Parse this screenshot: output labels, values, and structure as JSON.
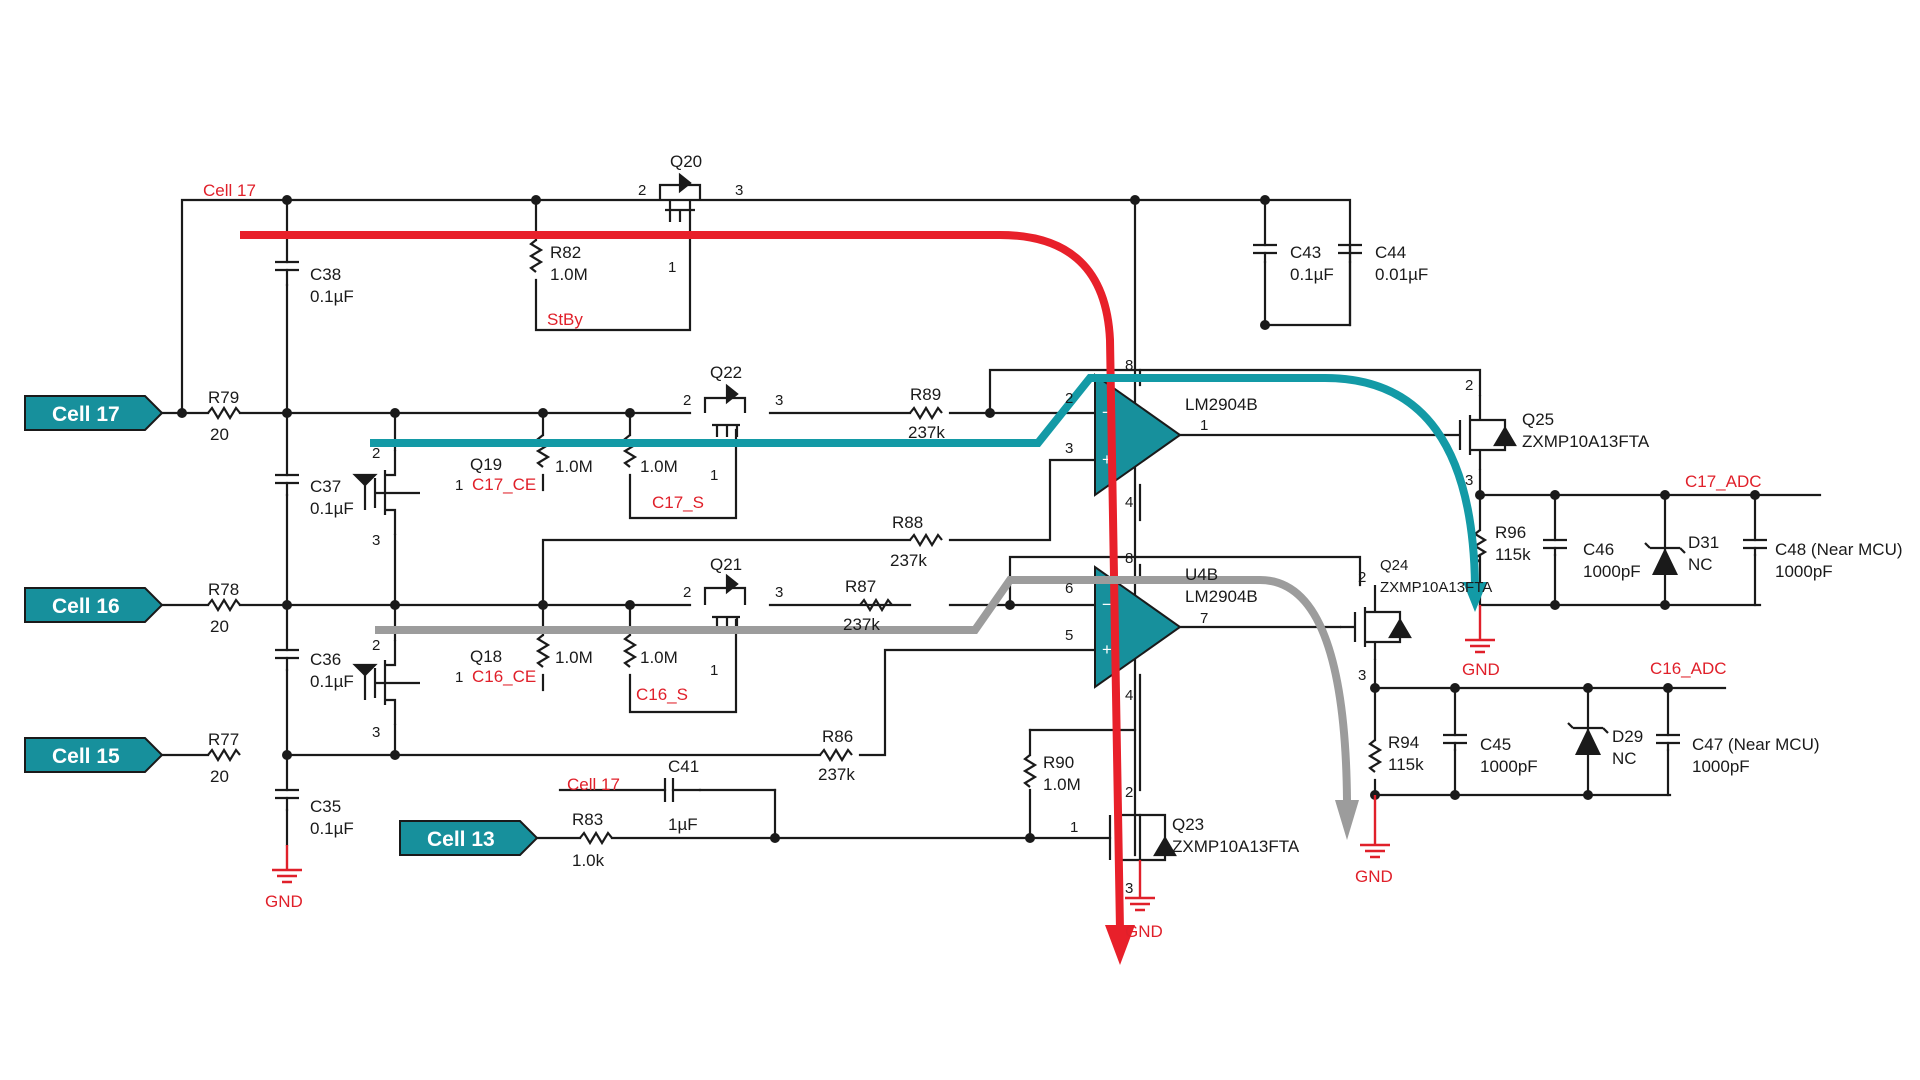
{
  "connectors": {
    "cell17": "Cell 17",
    "cell16": "Cell 16",
    "cell15": "Cell 15",
    "cell13": "Cell 13"
  },
  "nets": {
    "cell17_top": "Cell 17",
    "cell17_c41": "Cell 17",
    "stby": "StBy",
    "c17_ce": "C17_CE",
    "c17_s": "C17_S",
    "c16_ce": "C16_CE",
    "c16_s": "C16_S",
    "c17_adc": "C17_ADC",
    "c16_adc": "C16_ADC",
    "gnd": "GND"
  },
  "components": {
    "q20": "Q20",
    "q22": "Q22",
    "q21": "Q21",
    "q19": "Q19",
    "q18": "Q18",
    "q25": "Q25",
    "q25_part": "ZXMP10A13FTA",
    "q24": "Q24",
    "q24_part": "ZXMP10A13FTA",
    "q23": "Q23",
    "q23_part": "ZXMP10A13FTA",
    "u4a_part": "LM2904B",
    "u4b": "U4B",
    "u4b_part": "LM2904B",
    "r79": "R79",
    "r79_v": "20",
    "r78": "R78",
    "r78_v": "20",
    "r77": "R77",
    "r77_v": "20",
    "r82": "R82",
    "r82_v": "1.0M",
    "r81_v": "1.0M",
    "r85_v": "1.0M",
    "r80_v": "1.0M",
    "r84_v": "1.0M",
    "r89": "R89",
    "r89_v": "237k",
    "r88": "R88",
    "r88_v": "237k",
    "r87": "R87",
    "r87_v": "237k",
    "r86": "R86",
    "r86_v": "237k",
    "r90": "R90",
    "r90_v": "1.0M",
    "r83": "R83",
    "r83_v": "1.0k",
    "r96": "R96",
    "r96_v": "115k",
    "r94": "R94",
    "r94_v": "115k",
    "c38": "C38",
    "c38_v": "0.1µF",
    "c37": "C37",
    "c37_v": "0.1µF",
    "c36": "C36",
    "c36_v": "0.1µF",
    "c35": "C35",
    "c35_v": "0.1µF",
    "c43": "C43",
    "c43_v": "0.1µF",
    "c44": "C44",
    "c44_v": "0.01µF",
    "c41": "C41",
    "c41_v": "1µF",
    "c46": "C46",
    "c46_v": "1000pF",
    "c45": "C45",
    "c45_v": "1000pF",
    "c48": "C48 (Near MCU)",
    "c48_v": "1000pF",
    "c47": "C47 (Near MCU)",
    "c47_v": "1000pF",
    "d31": "D31",
    "d31_v": "NC",
    "d29": "D29",
    "d29_v": "NC"
  },
  "pins": {
    "p1": "1",
    "p2": "2",
    "p3": "3",
    "p4": "4",
    "p5": "5",
    "p6": "6",
    "p7": "7",
    "p8": "8"
  },
  "colors": {
    "connector": "#17909c",
    "red_path": "#e8202a",
    "teal_path": "#139aa6",
    "gray_path": "#9c9c9c",
    "net_label": "#e0202a",
    "wire": "#1a1a1a"
  }
}
